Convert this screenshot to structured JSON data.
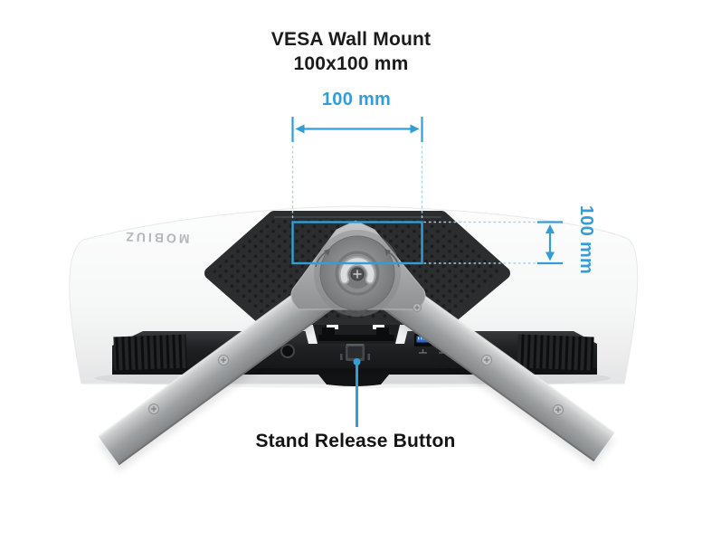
{
  "header": {
    "title_line1": "VESA Wall Mount",
    "title_line2": "100x100 mm"
  },
  "annotations": {
    "horizontal_dimension": "100 mm",
    "vertical_dimension": "100 mm",
    "stand_release_label": "Stand Release Button"
  },
  "illustration": {
    "subject": "monitor-rear-view",
    "logo_text": "MOBIUZ",
    "ports": [
      "headphone-jack",
      "stand-release-button",
      "usb-port",
      "usb-port"
    ]
  },
  "icons": {
    "screw": "phillips-screw-icon",
    "hinge_rotate_left": "rotate-arrow-left-icon",
    "hinge_rotate_right": "rotate-arrow-right-icon"
  },
  "colors": {
    "accent_blue": "#339DD5",
    "guide_dotted_blue": "#A5D2EA",
    "usb_port_blue": "#2B6FD3",
    "text_dark": "#1B1B1B",
    "logo_gray": "#B4B7BA",
    "housing_white": "#F6F7F7",
    "vesa_pad_black": "#2B2D2F",
    "stand_silver": "#9DA0A2"
  }
}
